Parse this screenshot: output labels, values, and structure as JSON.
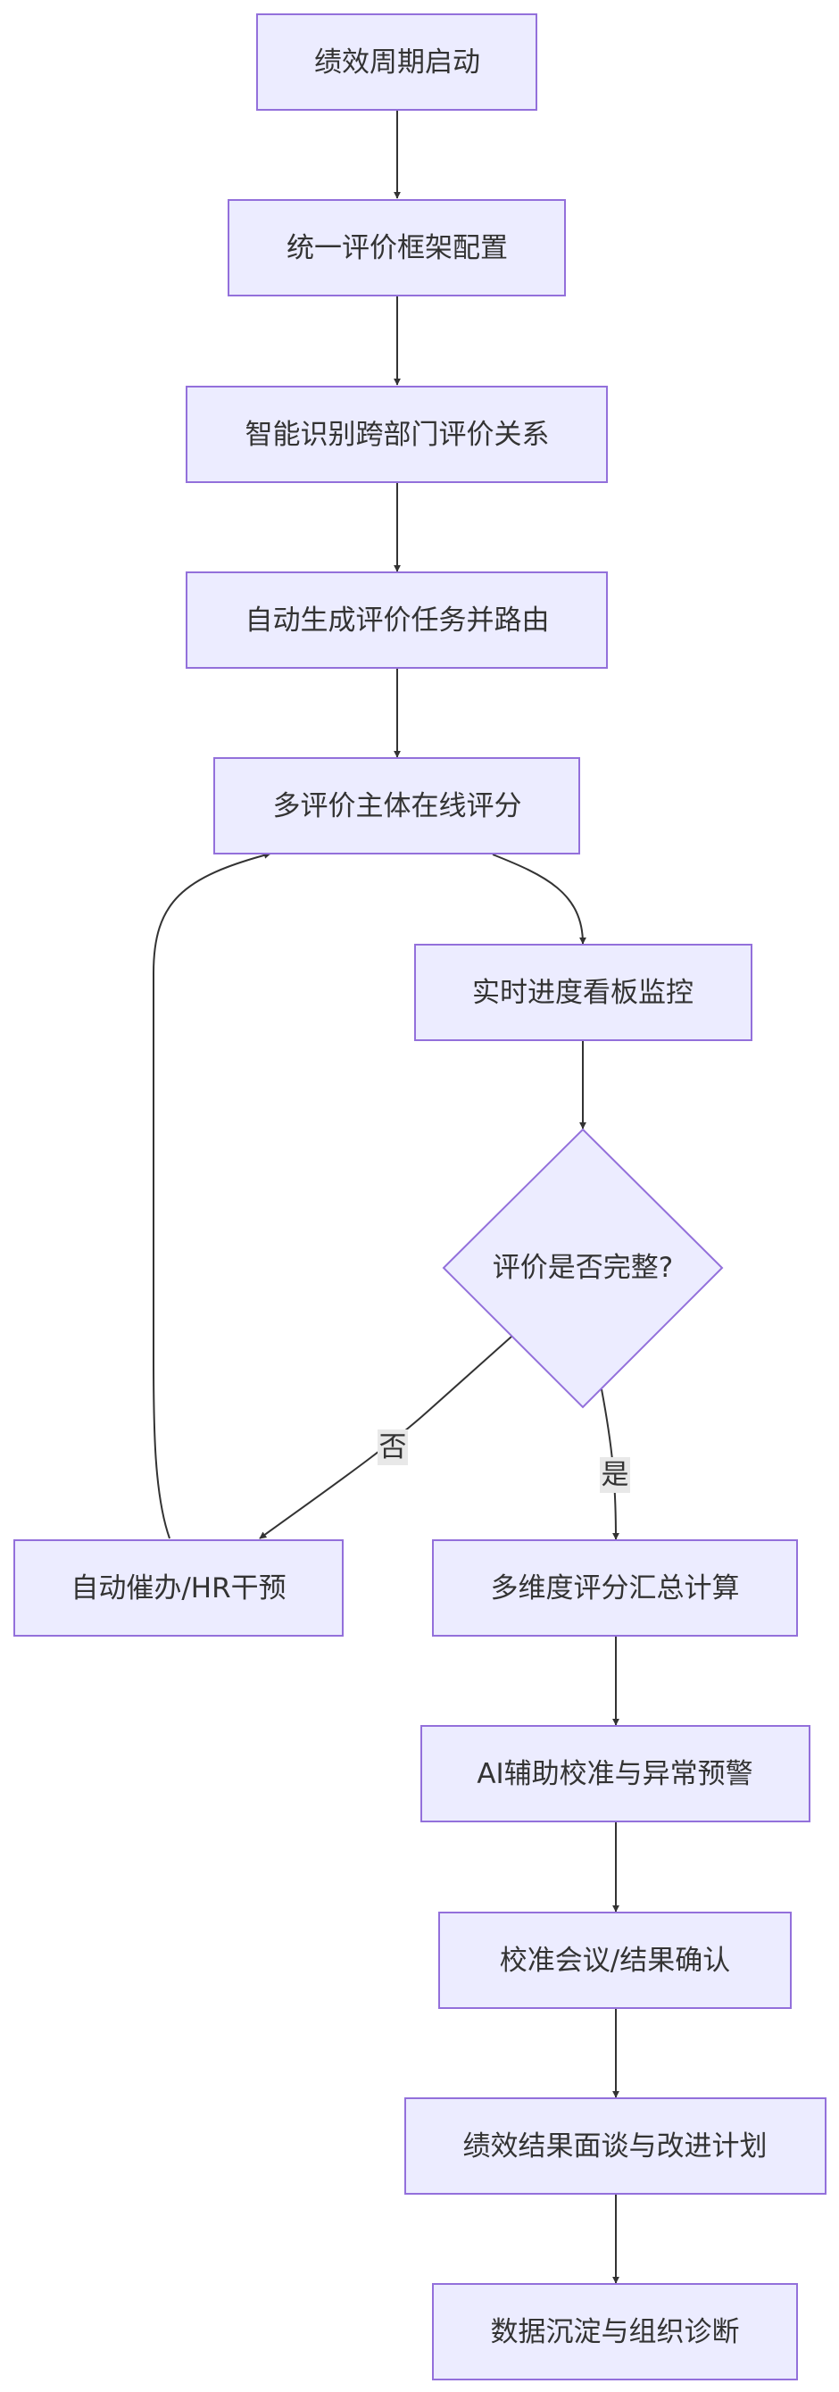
{
  "colors": {
    "node_fill": "#ECECFF",
    "node_stroke": "#9370DB",
    "edge_stroke": "#333333",
    "label_bg": "#E8E8E8",
    "text": "#333333"
  },
  "nodes": {
    "start": "绩效周期启动",
    "framework": "统一评价框架配置",
    "identify": "智能识别跨部门评价关系",
    "generate": "自动生成评价任务并路由",
    "rating": "多评价主体在线评分",
    "monitor": "实时进度看板监控",
    "decision": "评价是否完整?",
    "remind": "自动催办/HR干预",
    "aggregate": "多维度评分汇总计算",
    "ai": "AI辅助校准与异常预警",
    "meeting": "校准会议/结果确认",
    "interview": "绩效结果面谈与改进计划",
    "archive": "数据沉淀与组织诊断"
  },
  "edges": {
    "no_label": "否",
    "yes_label": "是"
  }
}
